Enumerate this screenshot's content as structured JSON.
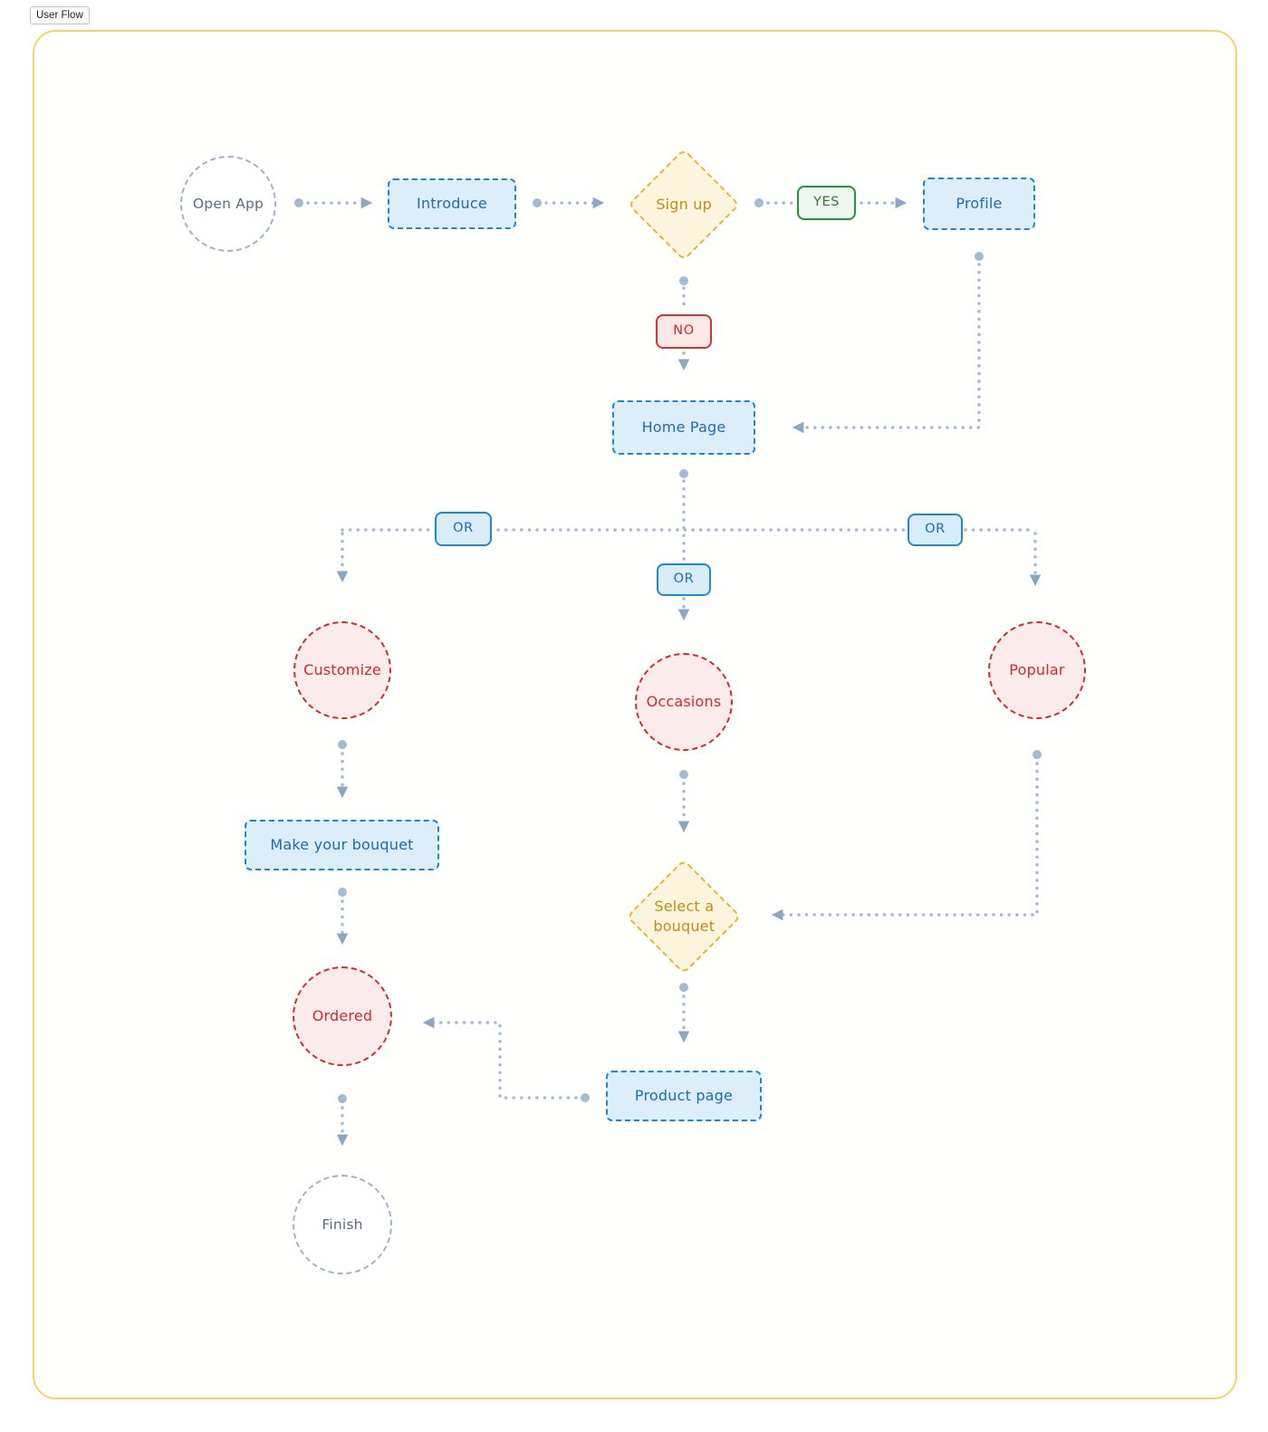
{
  "page": {
    "badge": "User Flow"
  },
  "palette": {
    "frame_border": "#f5d36a",
    "connector_dots": "#a4bbd2",
    "arrowhead": "#8ca7c2",
    "blue_border": "#1e88d2",
    "blue_fill": "#ddeefb",
    "blue_text": "#1b6db3",
    "yellow_border": "#e9b72e",
    "yellow_fill": "#fbf5dd",
    "yellow_text": "#bf8f10",
    "red_border": "#cf2e2e",
    "red_fill": "#fcebeb",
    "red_text": "#d02c2c",
    "green_border": "#28913f",
    "green_fill": "#eef6ef",
    "green_text": "#2d7a3a",
    "gray_border": "#9eb4ca",
    "gray_text": "#5d6d7d"
  },
  "nodes": {
    "open_app": {
      "label": "Open App",
      "shape": "circle"
    },
    "introduce": {
      "label": "Introduce",
      "shape": "rect"
    },
    "sign_up": {
      "label": "Sign up",
      "shape": "diamond"
    },
    "yes": {
      "label": "YES",
      "shape": "tag"
    },
    "no": {
      "label": "NO",
      "shape": "tag"
    },
    "profile": {
      "label": "Profile",
      "shape": "rect"
    },
    "home_page": {
      "label": "Home Page",
      "shape": "rect"
    },
    "or_left": {
      "label": "OR",
      "shape": "tag"
    },
    "or_center": {
      "label": "OR",
      "shape": "tag"
    },
    "or_right": {
      "label": "OR",
      "shape": "tag"
    },
    "customize": {
      "label": "Customize",
      "shape": "circle"
    },
    "occasions": {
      "label": "Occasions",
      "shape": "circle"
    },
    "popular": {
      "label": "Popular",
      "shape": "circle"
    },
    "make_your_bouquet": {
      "label": "Make your bouquet",
      "shape": "rect"
    },
    "select_a_bouquet": {
      "label": "Select a bouquet",
      "shape": "diamond"
    },
    "ordered": {
      "label": "Ordered",
      "shape": "circle"
    },
    "product_page": {
      "label": "Product page",
      "shape": "rect"
    },
    "finish": {
      "label": "Finish",
      "shape": "circle"
    }
  },
  "edges": [
    {
      "from": "open_app",
      "to": "introduce"
    },
    {
      "from": "introduce",
      "to": "sign_up"
    },
    {
      "from": "sign_up",
      "to": "profile",
      "label": "YES"
    },
    {
      "from": "sign_up",
      "to": "home_page",
      "label": "NO"
    },
    {
      "from": "profile",
      "to": "home_page"
    },
    {
      "from": "home_page",
      "to": "customize",
      "label": "OR"
    },
    {
      "from": "home_page",
      "to": "occasions",
      "label": "OR"
    },
    {
      "from": "home_page",
      "to": "popular",
      "label": "OR"
    },
    {
      "from": "customize",
      "to": "make_your_bouquet"
    },
    {
      "from": "make_your_bouquet",
      "to": "ordered"
    },
    {
      "from": "occasions",
      "to": "select_a_bouquet"
    },
    {
      "from": "popular",
      "to": "select_a_bouquet"
    },
    {
      "from": "select_a_bouquet",
      "to": "product_page"
    },
    {
      "from": "product_page",
      "to": "ordered"
    },
    {
      "from": "ordered",
      "to": "finish"
    }
  ]
}
